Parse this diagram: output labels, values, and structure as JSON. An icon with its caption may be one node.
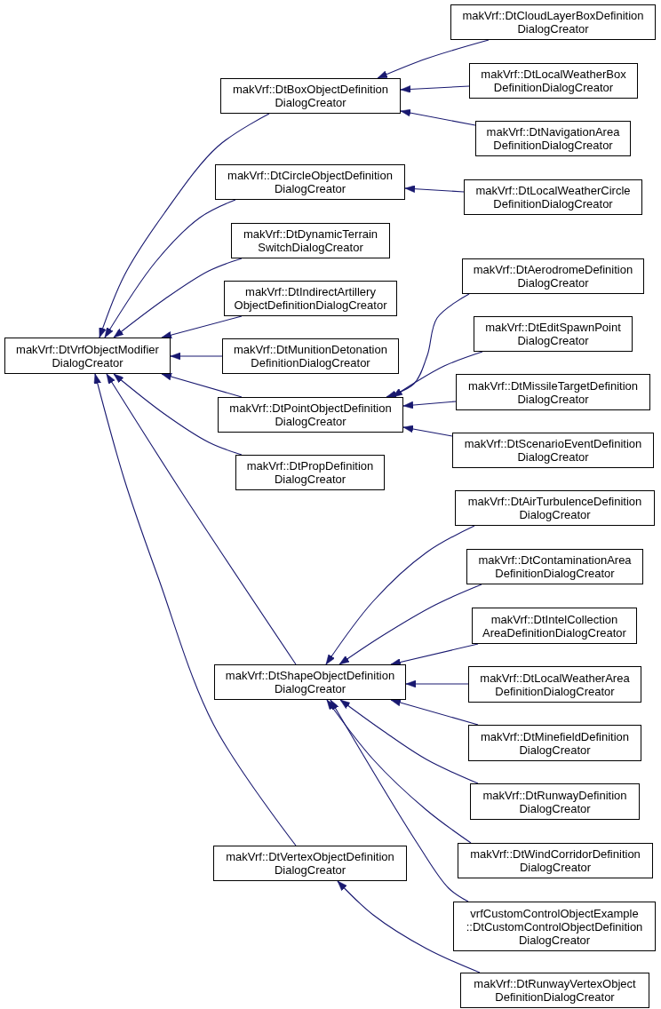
{
  "diagram": {
    "nodes": [
      {
        "text": [
          "makVrf::DtVrfObjectModifier DialogCreator"
        ]
      },
      {
        "text": [
          "makVrf::DtBoxObjectDefinition DialogCreator"
        ]
      },
      {
        "text": [
          "makVrf::DtCircleObjectDefinition DialogCreator"
        ]
      },
      {
        "text": [
          "makVrf::DtDynamicTerrain SwitchDialogCreator"
        ]
      },
      {
        "text": [
          "makVrf::DtIndirectArtillery ObjectDefinitionDialogCreator"
        ]
      },
      {
        "text": [
          "makVrf::DtMunitionDetonation DefinitionDialogCreator"
        ]
      },
      {
        "text": [
          "makVrf::DtPointObjectDefinition DialogCreator"
        ]
      },
      {
        "text": [
          "makVrf::DtPropDefinition DialogCreator"
        ]
      },
      {
        "text": [
          "makVrf::DtShapeObjectDefinition DialogCreator"
        ]
      },
      {
        "text": [
          "makVrf::DtVertexObjectDefinition DialogCreator"
        ]
      },
      {
        "text": [
          "makVrf::DtCloudLayerBoxDefinition DialogCreator"
        ]
      },
      {
        "text": [
          "makVrf::DtLocalWeatherBox DefinitionDialogCreator"
        ]
      },
      {
        "text": [
          "makVrf::DtNavigationArea DefinitionDialogCreator"
        ]
      },
      {
        "text": [
          "makVrf::DtLocalWeatherCircle DefinitionDialogCreator"
        ]
      },
      {
        "text": [
          "makVrf::DtAerodromeDefinition DialogCreator"
        ]
      },
      {
        "text": [
          "makVrf::DtEditSpawnPoint DialogCreator"
        ]
      },
      {
        "text": [
          "makVrf::DtMissileTargetDefinition DialogCreator"
        ]
      },
      {
        "text": [
          "makVrf::DtScenarioEventDefinition DialogCreator"
        ]
      },
      {
        "text": [
          "makVrf::DtAirTurbulenceDefinition DialogCreator"
        ]
      },
      {
        "text": [
          "makVrf::DtContaminationArea DefinitionDialogCreator"
        ]
      },
      {
        "text": [
          "makVrf::DtIntelCollection AreaDefinitionDialogCreator"
        ]
      },
      {
        "text": [
          "makVrf::DtLocalWeatherArea DefinitionDialogCreator"
        ]
      },
      {
        "text": [
          "makVrf::DtMinefieldDefinition DialogCreator"
        ]
      },
      {
        "text": [
          "makVrf::DtRunwayDefinition DialogCreator"
        ]
      },
      {
        "text": [
          "makVrf::DtWindCorridorDefinition DialogCreator"
        ]
      },
      {
        "text": [
          "vrfCustomControlObjectExample ::DtCustomControlObjectDefinition DialogCreator"
        ]
      },
      {
        "text": [
          "makVrf::DtRunwayVertexObject DefinitionDialogCreator"
        ]
      }
    ],
    "edges": [
      {
        "from": 1,
        "to": 0,
        "arrow": "to"
      },
      {
        "from": 2,
        "to": 0,
        "arrow": "to"
      },
      {
        "from": 3,
        "to": 0,
        "arrow": "to"
      },
      {
        "from": 4,
        "to": 0,
        "arrow": "to"
      },
      {
        "from": 5,
        "to": 0,
        "arrow": "to"
      },
      {
        "from": 6,
        "to": 0,
        "arrow": "to"
      },
      {
        "from": 7,
        "to": 0,
        "arrow": "to"
      },
      {
        "from": 8,
        "to": 0,
        "arrow": "to"
      },
      {
        "from": 9,
        "to": 0,
        "arrow": "to"
      },
      {
        "from": 10,
        "to": 1,
        "arrow": "to"
      },
      {
        "from": 11,
        "to": 1,
        "arrow": "to"
      },
      {
        "from": 12,
        "to": 1,
        "arrow": "to"
      },
      {
        "from": 13,
        "to": 2,
        "arrow": "to"
      },
      {
        "from": 14,
        "to": 6,
        "arrow": "to"
      },
      {
        "from": 15,
        "to": 6,
        "arrow": "to"
      },
      {
        "from": 16,
        "to": 6,
        "arrow": "to"
      },
      {
        "from": 17,
        "to": 6,
        "arrow": "to"
      },
      {
        "from": 18,
        "to": 8,
        "arrow": "to"
      },
      {
        "from": 19,
        "to": 8,
        "arrow": "to"
      },
      {
        "from": 20,
        "to": 8,
        "arrow": "to"
      },
      {
        "from": 21,
        "to": 8,
        "arrow": "to"
      },
      {
        "from": 22,
        "to": 8,
        "arrow": "to"
      },
      {
        "from": 23,
        "to": 8,
        "arrow": "to"
      },
      {
        "from": 24,
        "to": 8,
        "arrow": "to"
      },
      {
        "from": 25,
        "to": 8,
        "arrow": "to"
      },
      {
        "from": 26,
        "to": 9,
        "arrow": "to"
      }
    ]
  }
}
